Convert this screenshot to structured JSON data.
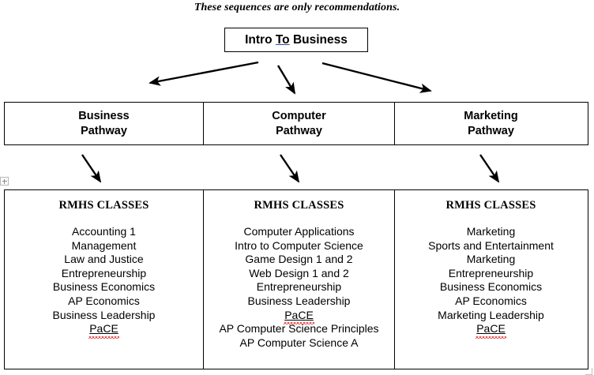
{
  "caption": "These sequences are only recommendations.",
  "title_box": {
    "text_before": "Intro ",
    "text_underlined": "To",
    "text_after": " Business",
    "underline_color": "#2b4ea2"
  },
  "arrows": {
    "row1": [
      {
        "name": "arrow-to-business-pathway",
        "direction": "down-left"
      },
      {
        "name": "arrow-to-computer-pathway",
        "direction": "down-right-steep"
      },
      {
        "name": "arrow-to-marketing-pathway",
        "direction": "down-right"
      }
    ],
    "row2": [
      {
        "name": "arrow-business-to-classes",
        "direction": "down-right"
      },
      {
        "name": "arrow-computer-to-classes",
        "direction": "down-right"
      },
      {
        "name": "arrow-marketing-to-classes",
        "direction": "down-right"
      }
    ]
  },
  "pathways": [
    {
      "line1": "Business",
      "line2": "Pathway"
    },
    {
      "line1": "Computer",
      "line2": "Pathway"
    },
    {
      "line1": "Marketing",
      "line2": "Pathway"
    }
  ],
  "classes_heading": "RMHS CLASSES",
  "class_columns": [
    {
      "pathway": "Business",
      "classes": [
        {
          "name": "Accounting 1",
          "misspelled": false
        },
        {
          "name": "Management",
          "misspelled": false
        },
        {
          "name": "Law and Justice",
          "misspelled": false
        },
        {
          "name": "Entrepreneurship",
          "misspelled": false
        },
        {
          "name": "Business Economics",
          "misspelled": false
        },
        {
          "name": "AP Economics",
          "misspelled": false
        },
        {
          "name": "Business Leadership",
          "misspelled": false
        },
        {
          "name": "PaCE",
          "misspelled": true
        }
      ]
    },
    {
      "pathway": "Computer",
      "classes": [
        {
          "name": "Computer Applications",
          "misspelled": false
        },
        {
          "name": "Intro to Computer Science",
          "misspelled": false
        },
        {
          "name": "Game Design 1 and 2",
          "misspelled": false
        },
        {
          "name": "Web Design 1 and 2",
          "misspelled": false
        },
        {
          "name": "Entrepreneurship",
          "misspelled": false
        },
        {
          "name": "Business Leadership",
          "misspelled": false
        },
        {
          "name": "PaCE",
          "misspelled": true
        },
        {
          "name": "AP Computer Science Principles",
          "misspelled": false
        },
        {
          "name": "AP Computer Science A",
          "misspelled": false
        }
      ]
    },
    {
      "pathway": "Marketing",
      "classes": [
        {
          "name": "Marketing",
          "misspelled": false
        },
        {
          "name": "Sports and Entertainment",
          "misspelled": false
        },
        {
          "name": "Marketing",
          "misspelled": false
        },
        {
          "name": "Entrepreneurship",
          "misspelled": false
        },
        {
          "name": "Business Economics",
          "misspelled": false
        },
        {
          "name": "AP Economics",
          "misspelled": false
        },
        {
          "name": "Marketing Leadership",
          "misspelled": false
        },
        {
          "name": "PaCE",
          "misspelled": true
        }
      ]
    }
  ],
  "handles": {
    "move_handle": "table-move-handle",
    "resize_handle": "table-resize-handle"
  },
  "colors": {
    "border": "#000000",
    "spellcheck": "#e01b1b",
    "hyperlink_underline": "#2b4ea2"
  }
}
